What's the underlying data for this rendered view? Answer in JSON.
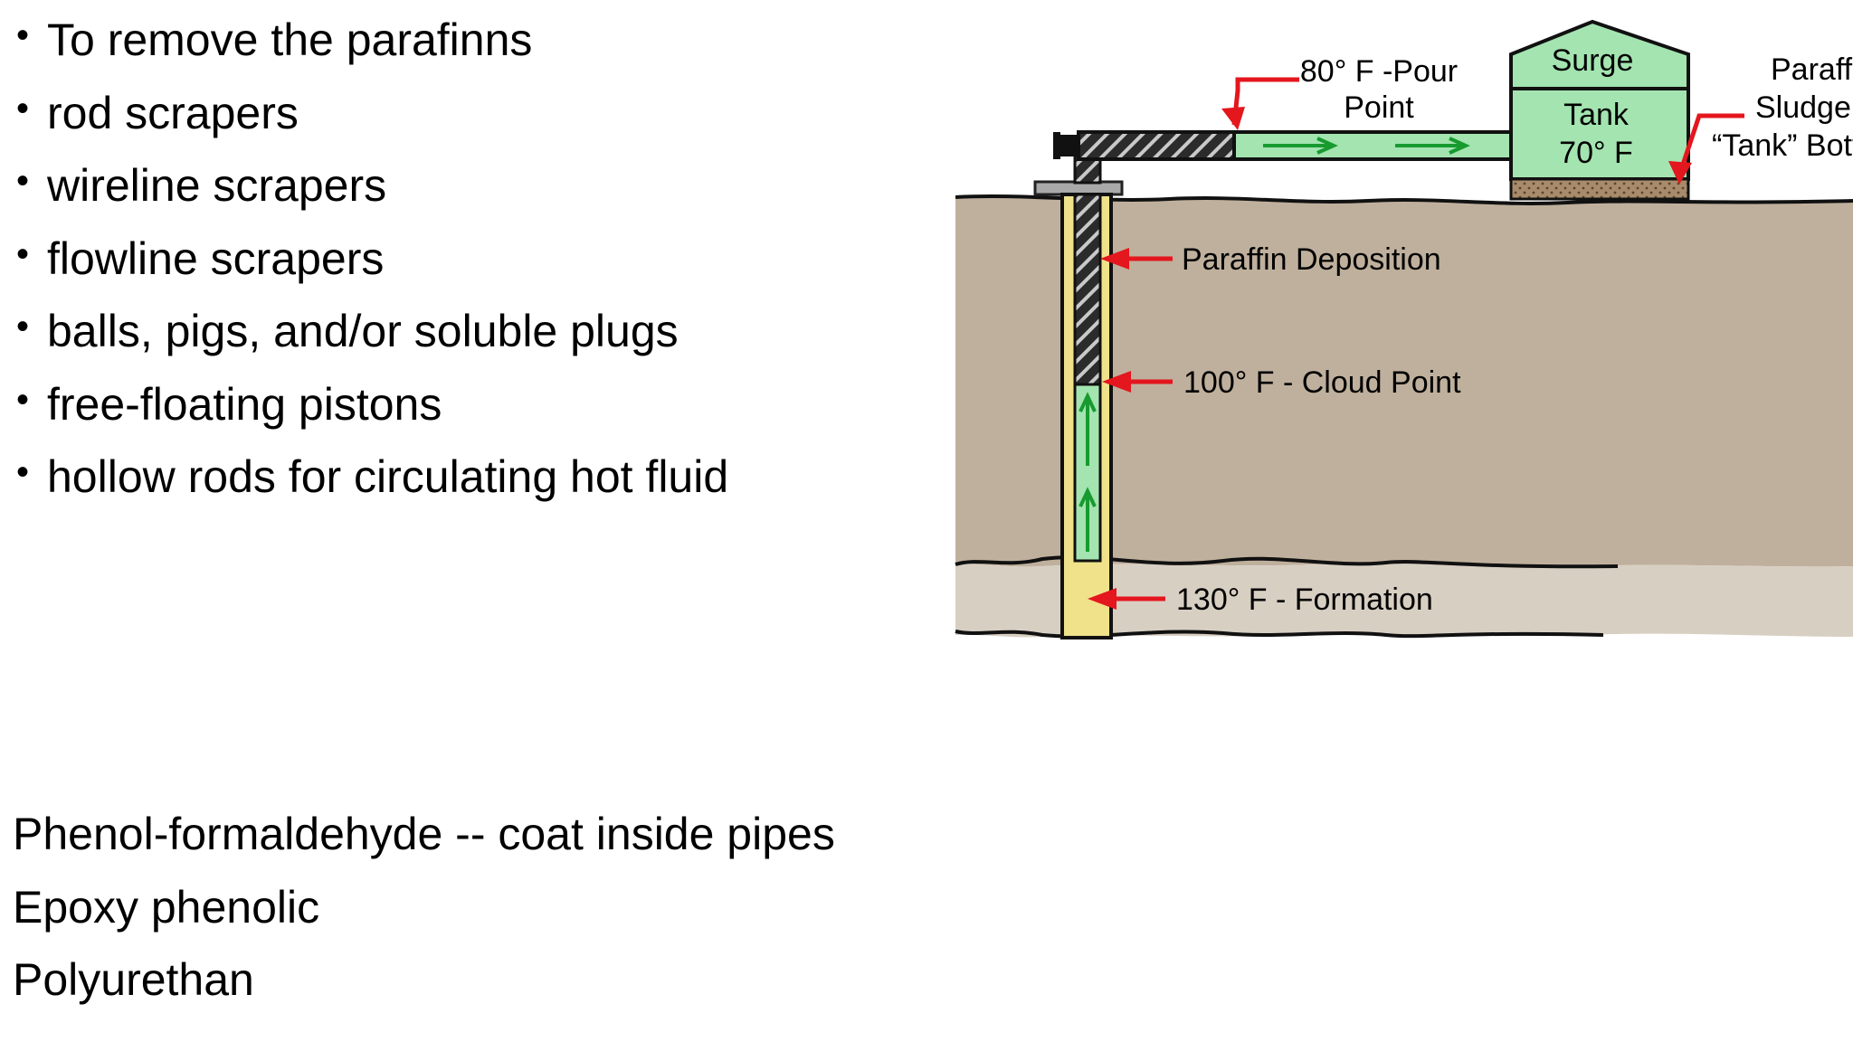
{
  "bullets": [
    "To remove the parafinns",
    "rod scrapers",
    "wireline scrapers",
    "flowline scrapers",
    "balls, pigs, and/or soluble plugs",
    "free-floating pistons",
    "hollow rods for circulating hot fluid"
  ],
  "coatings": [
    "Phenol-formaldehyde -- coat inside pipes",
    "Epoxy phenolic",
    "Polyurethan"
  ],
  "diagram": {
    "pour_point_line1": "80° F -Pour",
    "pour_point_line2": "Point",
    "surge_tank_line1": "Surge",
    "surge_tank_line2": "Tank",
    "surge_tank_temp": "70° F",
    "sludge_line1": "Paraffin",
    "sludge_line2": "Sludge",
    "sludge_line3": "“Tank” Bottom",
    "paraffin_deposition": "Paraffin Deposition",
    "cloud_point": "100° F - Cloud Point",
    "formation": "130° F - Formation",
    "colors": {
      "ground": "#bfb09d",
      "formation": "#d8cfc3",
      "fluid": "#a3e4b0",
      "casing": "#f0e28a",
      "arrow_red": "#e4161e",
      "flow_green": "#179a2f",
      "sludge": "#a88b6a"
    }
  }
}
